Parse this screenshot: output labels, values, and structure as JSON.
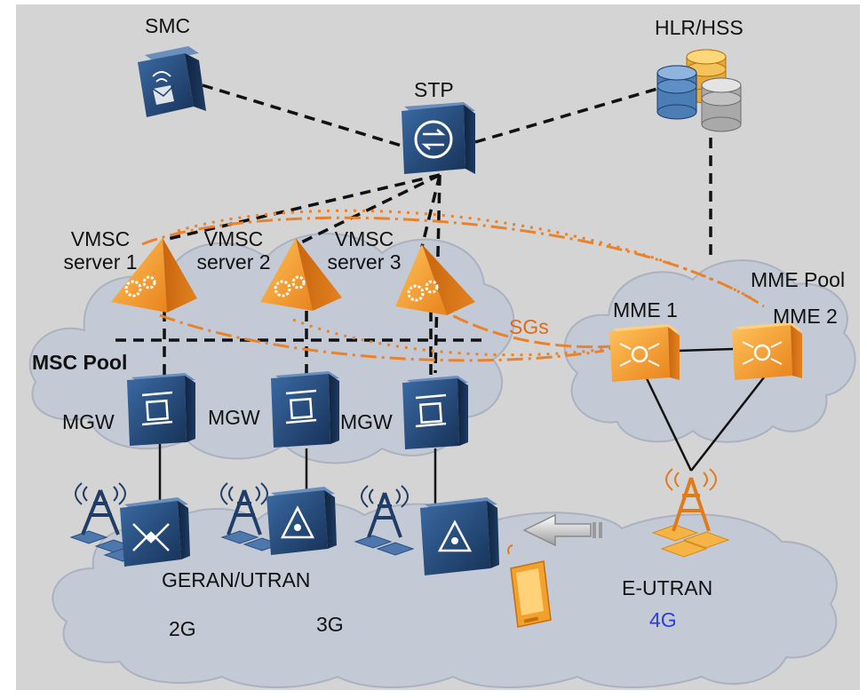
{
  "labels": {
    "smc": "SMC",
    "stp": "STP",
    "hlr_hss": "HLR/HSS",
    "vmsc1_line1": "VMSC",
    "vmsc1_line2": "server 1",
    "vmsc2_line1": "VMSC",
    "vmsc2_line2": "server 2",
    "vmsc3_line1": "VMSC",
    "vmsc3_line2": "server 3",
    "mme_pool": "MME Pool",
    "mme1": "MME 1",
    "mme2": "MME 2",
    "sgs": "SGs",
    "msc_pool": "MSC Pool",
    "mgw1": "MGW",
    "mgw2": "MGW",
    "mgw3": "MGW",
    "geran_utran": "GERAN/UTRAN",
    "g2": "2G",
    "g3": "3G",
    "e_utran": "E-UTRAN",
    "g4": "4G"
  },
  "colors": {
    "background": "#d3d3d3",
    "cloud": "#c4cbd6",
    "cloud_edge": "#a7afbd",
    "device_dark": "#1f3d66",
    "device_mid": "#2e5688",
    "device_light": "#6f95c4",
    "vmsc_orange": "#f39a2a",
    "mme_orange": "#f5a42e",
    "sgs_orange": "#e06a1a",
    "label_blue": "#2a3de0"
  }
}
